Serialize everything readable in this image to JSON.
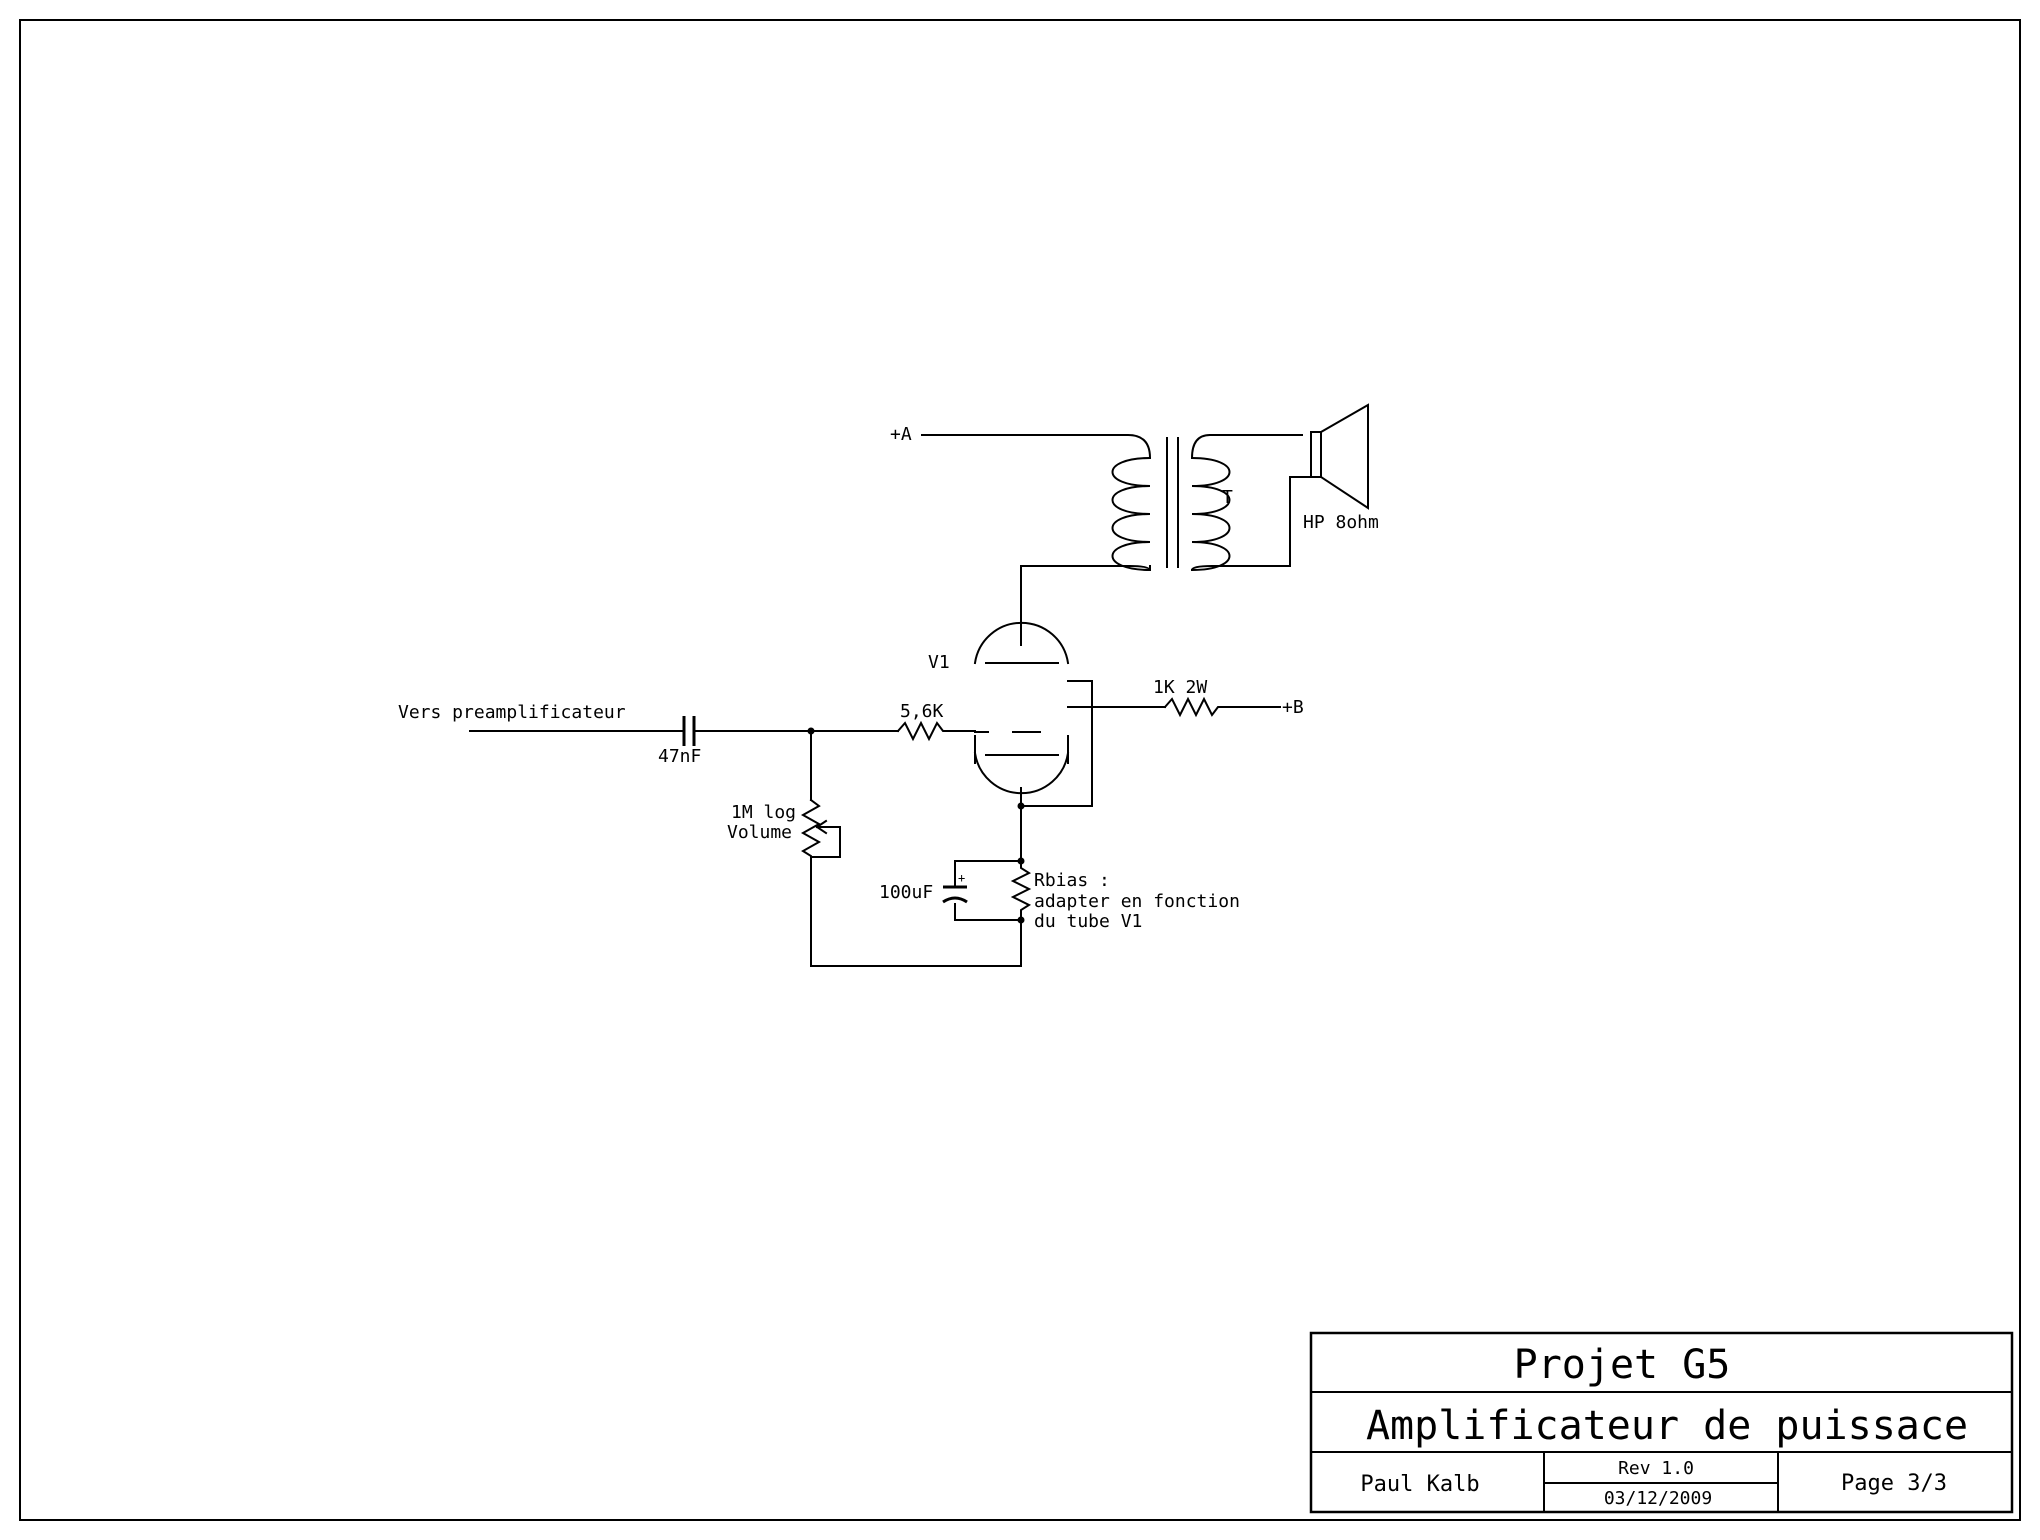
{
  "schematic": {
    "labels": {
      "plus_a": "+A",
      "plus_b": "+B",
      "transformer": "T",
      "speaker": "HP 8ohm",
      "tube": "V1",
      "input": "Vers preamplificateur",
      "cap_input": "47nF",
      "r_grid": "5,6K",
      "r_screen": "1K 2W",
      "pot_value": "1M log",
      "pot_name": "Volume",
      "cap_cathode": "100uF",
      "cap_polarity": "+",
      "rbias_1": "Rbias :",
      "rbias_2": "adapter en fonction",
      "rbias_3": "du tube V1"
    }
  },
  "title_block": {
    "project": "Projet G5",
    "title": "Amplificateur de puissace",
    "author": "Paul Kalb",
    "rev": "Rev 1.0",
    "date": "03/12/2009",
    "page": "Page 3/3"
  }
}
